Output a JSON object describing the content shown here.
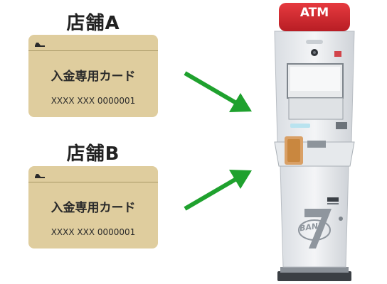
{
  "stores": [
    {
      "name": "店舗A",
      "card": {
        "title": "入金専用カード",
        "number": "XXXX XXX 0000001"
      }
    },
    {
      "name": "店舗B",
      "card": {
        "title": "入金専用カード",
        "number": "XXXX XXX 0000001"
      }
    }
  ],
  "atm": {
    "logo": "ATM",
    "bank_mark": "BANK"
  },
  "colors": {
    "card": "#dfcd9e",
    "arrow": "#1fa12e",
    "atm_red": "#d7282f"
  }
}
